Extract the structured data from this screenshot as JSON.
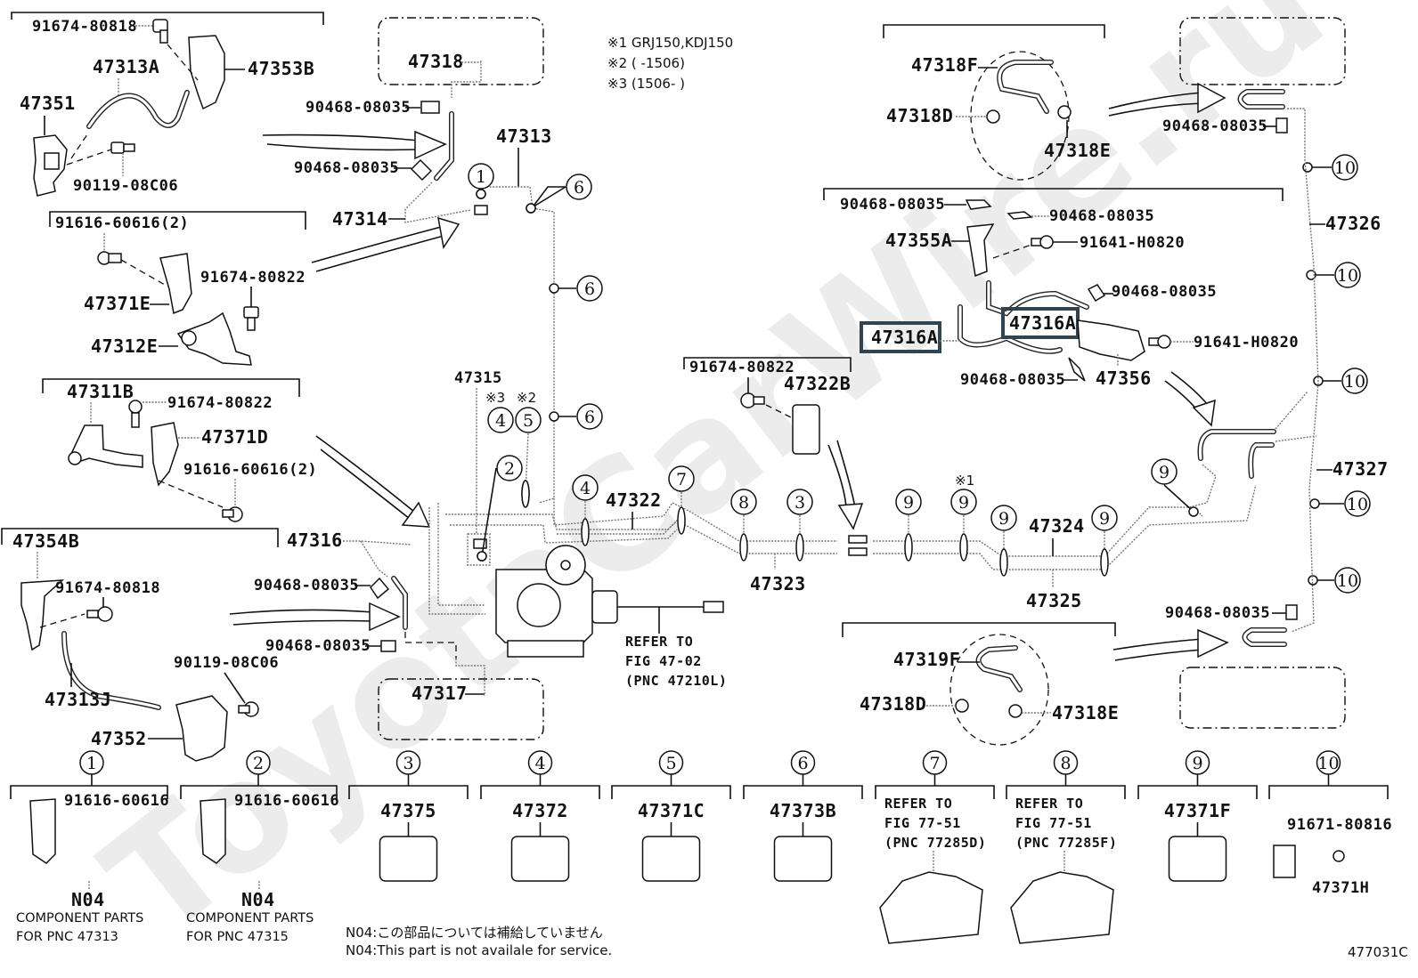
{
  "figure": {
    "id": "477031C",
    "watermark": "ToyotaCarWire.ru",
    "notes": [
      "※1 GRJ150,KDJ150",
      "※2 (      -1506)",
      "※3 (1506-      )"
    ],
    "footnotes": {
      "jp": "N04:この部品については補給していません",
      "en": "N04:This part is not availale for service."
    },
    "highlight_color": "#2f4350"
  },
  "callouts": [
    {
      "id": "p1",
      "text": "91674-80818"
    },
    {
      "id": "p2",
      "text": "47313A"
    },
    {
      "id": "p3",
      "text": "47353B"
    },
    {
      "id": "p4",
      "text": "47351"
    },
    {
      "id": "p5",
      "text": "90119-08C06"
    },
    {
      "id": "p6",
      "text": "91616-60616(2)"
    },
    {
      "id": "p7",
      "text": "91674-80822"
    },
    {
      "id": "p8",
      "text": "47371E"
    },
    {
      "id": "p9",
      "text": "47312E"
    },
    {
      "id": "p10",
      "text": "47311B"
    },
    {
      "id": "p11",
      "text": "91674-80822"
    },
    {
      "id": "p12",
      "text": "47371D"
    },
    {
      "id": "p13",
      "text": "91616-60616(2)"
    },
    {
      "id": "p14",
      "text": "47354B"
    },
    {
      "id": "p15",
      "text": "91674-80818"
    },
    {
      "id": "p16",
      "text": "47313J"
    },
    {
      "id": "p17",
      "text": "90119-08C06"
    },
    {
      "id": "p18",
      "text": "47352"
    },
    {
      "id": "p19",
      "text": "47318"
    },
    {
      "id": "p20",
      "text": "90468-08035"
    },
    {
      "id": "p21",
      "text": "90468-08035"
    },
    {
      "id": "p22",
      "text": "47313"
    },
    {
      "id": "p23",
      "text": "47314"
    },
    {
      "id": "p24",
      "text": "47315"
    },
    {
      "id": "p25",
      "text": "47316"
    },
    {
      "id": "p26",
      "text": "90468-08035"
    },
    {
      "id": "p27",
      "text": "90468-08035"
    },
    {
      "id": "p28",
      "text": "47317"
    },
    {
      "id": "p29",
      "text": "47322"
    },
    {
      "id": "p30",
      "text": "47323"
    },
    {
      "id": "p31",
      "text": "91674-80822"
    },
    {
      "id": "p32",
      "text": "47322B"
    },
    {
      "id": "p33",
      "text": "47324"
    },
    {
      "id": "p34",
      "text": "47325"
    },
    {
      "id": "p35",
      "text": "47318F"
    },
    {
      "id": "p36",
      "text": "47318D"
    },
    {
      "id": "p37",
      "text": "47318E"
    },
    {
      "id": "p38",
      "text": "90468-08035"
    },
    {
      "id": "p39",
      "text": "90468-08035"
    },
    {
      "id": "p40",
      "text": "90468-08035"
    },
    {
      "id": "p41",
      "text": "47355A"
    },
    {
      "id": "p42",
      "text": "91641-H0820"
    },
    {
      "id": "p43",
      "text": "90468-08035"
    },
    {
      "id": "p44",
      "text": "47316A"
    },
    {
      "id": "p45",
      "text": "47316A"
    },
    {
      "id": "p46",
      "text": "91641-H0820"
    },
    {
      "id": "p47",
      "text": "90468-08035"
    },
    {
      "id": "p48",
      "text": "47356"
    },
    {
      "id": "p49",
      "text": "47326"
    },
    {
      "id": "p50",
      "text": "47327"
    },
    {
      "id": "p51",
      "text": "90468-08035"
    },
    {
      "id": "p52",
      "text": "47319F"
    },
    {
      "id": "p53",
      "text": "47318D"
    },
    {
      "id": "p54",
      "text": "47318E"
    }
  ],
  "refer_main": [
    "REFER TO",
    "FIG 47-02",
    "(PNC 47210L)"
  ],
  "star_marks": {
    "s1": "※1",
    "s2": "※2",
    "s3": "※3"
  },
  "clamp_markers": [
    "①",
    "②",
    "③",
    "④",
    "⑤",
    "⑥",
    "⑦",
    "⑧",
    "⑨",
    "⑩"
  ],
  "legend": [
    {
      "num": "①",
      "parts": [
        "91616-60616"
      ],
      "code": "N04",
      "desc": [
        "COMPONENT PARTS",
        "FOR PNC 47313"
      ]
    },
    {
      "num": "②",
      "parts": [
        "91616-60616"
      ],
      "code": "N04",
      "desc": [
        "COMPONENT PARTS",
        "FOR PNC 47315"
      ]
    },
    {
      "num": "③",
      "parts": [
        "47375"
      ]
    },
    {
      "num": "④",
      "parts": [
        "47372"
      ]
    },
    {
      "num": "⑤",
      "parts": [
        "47371C"
      ]
    },
    {
      "num": "⑥",
      "parts": [
        "47373B"
      ]
    },
    {
      "num": "⑦",
      "refer": [
        "REFER TO",
        "FIG 77-51",
        "(PNC 77285D)"
      ]
    },
    {
      "num": "⑧",
      "refer": [
        "REFER TO",
        "FIG 77-51",
        "(PNC 77285F)"
      ]
    },
    {
      "num": "⑨",
      "parts": [
        "47371F"
      ]
    },
    {
      "num": "⑩",
      "parts": [
        "91671-80816",
        "47371H"
      ]
    }
  ]
}
